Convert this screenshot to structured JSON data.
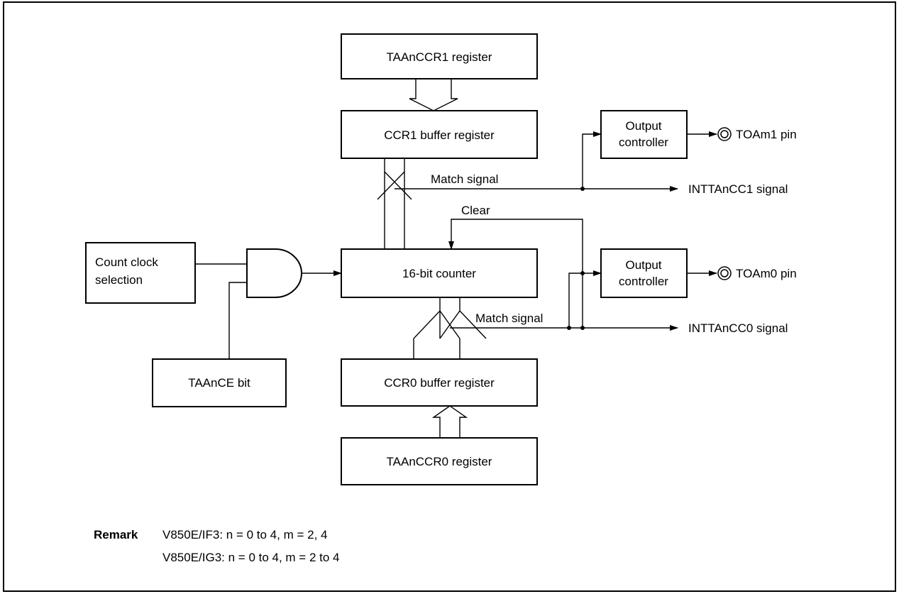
{
  "blocks": {
    "taa_ccr1_register": "TAAnCCR1 register",
    "ccr1_buffer_register": "CCR1 buffer register",
    "counter": "16-bit counter",
    "ccr0_buffer_register": "CCR0 buffer register",
    "taa_ccr0_register": "TAAnCCR0 register",
    "count_clock_line1": "Count clock",
    "count_clock_line2": "selection",
    "taance_bit": "TAAnCE bit",
    "output_controller1_line1": "Output",
    "output_controller1_line2": "controller",
    "output_controller0_line1": "Output",
    "output_controller0_line2": "controller"
  },
  "signals": {
    "match_signal_1": "Match signal",
    "match_signal_0": "Match signal",
    "clear": "Clear",
    "intt_cc1": "INTTAnCC1 signal",
    "intt_cc0": "INTTAnCC0 signal",
    "toam1_pin": "TOAm1 pin",
    "toam0_pin": "TOAm0 pin"
  },
  "remark": {
    "title": "Remark",
    "line1": "V850E/IF3: n = 0 to 4, m = 2, 4",
    "line2": "V850E/IG3: n = 0 to 4, m = 2 to 4"
  }
}
